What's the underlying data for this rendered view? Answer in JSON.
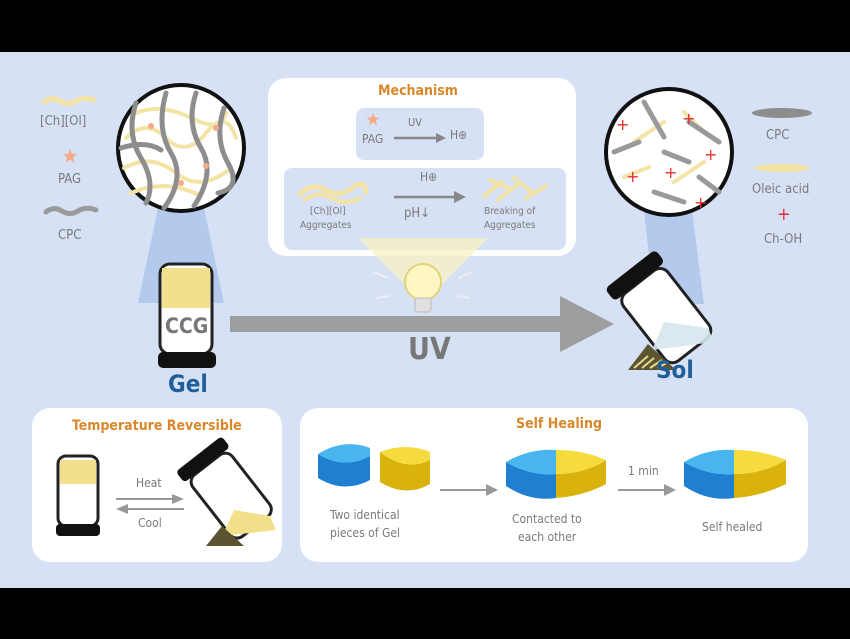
{
  "colors": {
    "background": "#d6e1f5",
    "accent_orange": "#d9872b",
    "label_blue": "#1f5e96",
    "yellow": "#f2e08a",
    "cyan": "#2e9fe0",
    "gray": "#999999"
  },
  "legend_left": {
    "ch_ol": "[Ch][Ol]",
    "pag": "PAG",
    "cpc": "CPC"
  },
  "legend_right": {
    "cpc": "CPC",
    "oleic": "Oleic acid",
    "choh": "Ch-OH"
  },
  "mechanism": {
    "title": "Mechanism",
    "top_box": {
      "pag": "PAG",
      "uv": "UV",
      "hplus": "H⊕"
    },
    "bottom_box": {
      "aggregates_line1": "[Ch][Ol]",
      "aggregates_line2": "Aggregates",
      "hplus": "H⊕",
      "ph": "pH↓",
      "breaking_line1": "Breaking of",
      "breaking_line2": "Aggregates"
    }
  },
  "main": {
    "vial_label": "CCG",
    "uv": "UV",
    "gel": "Gel",
    "sol": "Sol"
  },
  "temperature": {
    "title": "Temperature Reversible",
    "heat": "Heat",
    "cool": "Cool"
  },
  "self_healing": {
    "title": "Self Healing",
    "step1_line1": "Two identical",
    "step1_line2": "pieces of Gel",
    "step2_line1": "Contacted to",
    "step2_line2": "each other",
    "step3": "Self healed",
    "time": "1 min"
  }
}
